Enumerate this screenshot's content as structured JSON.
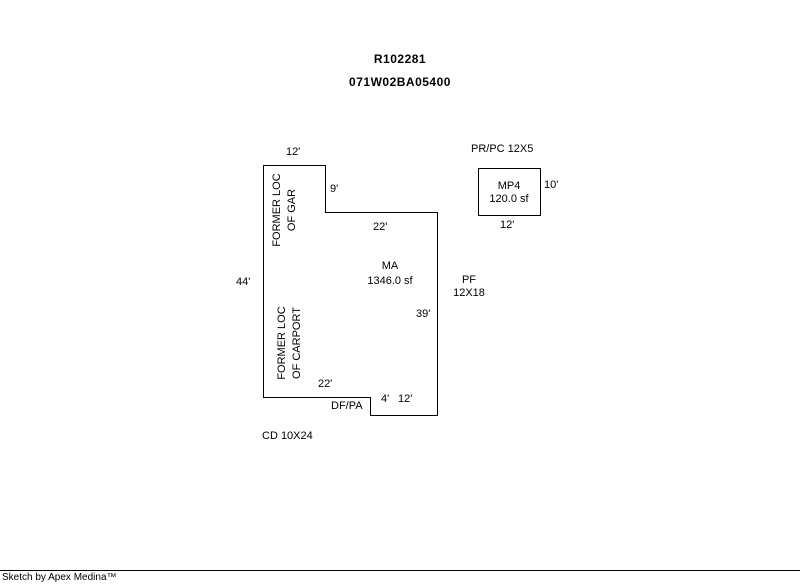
{
  "header": {
    "parcel_id": "R102281",
    "map_taxlot": "071W02BA05400"
  },
  "main_building": {
    "code": "MA",
    "area": "1346.0 sf",
    "dim_top": "12'",
    "dim_upper_right": "9'",
    "dim_inner_top": "22'",
    "dim_left": "44'",
    "dim_right": "39'",
    "dim_bottom_left": "22'",
    "dim_step": "4'",
    "dim_bottom_right": "12'",
    "former_gar_line1": "FORMER LOC",
    "former_gar_line2": "OF GAR",
    "former_carport_line1": "FORMER LOC",
    "former_carport_line2": "OF CARPORT",
    "label_dfpa": "DF/PA",
    "label_cd": "CD 10X24"
  },
  "outbuilding": {
    "title": "PR/PC 12X5",
    "code": "MP4",
    "area": "120.0 sf",
    "dim_right": "10'",
    "dim_bottom": "12'"
  },
  "pf_feature": {
    "line1": "PF",
    "line2": "12X18"
  },
  "footer": {
    "credit": "Sketch by Apex Medina™"
  }
}
